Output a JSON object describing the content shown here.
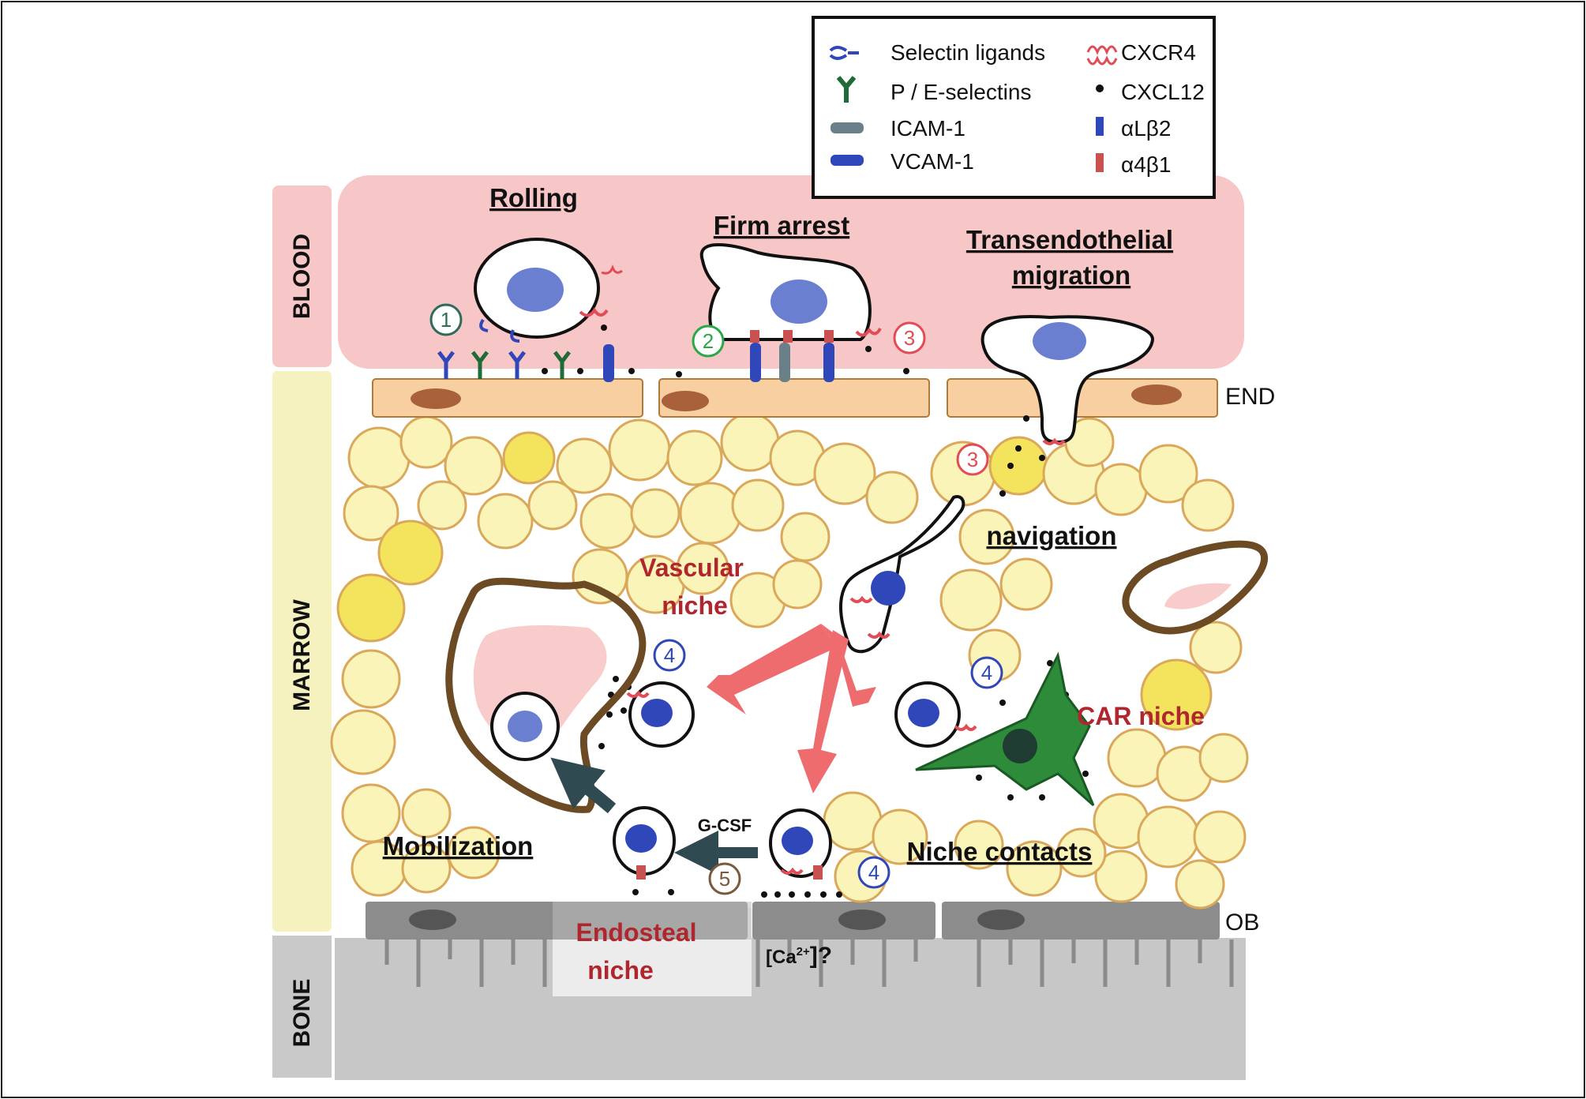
{
  "legend": {
    "items": [
      {
        "name": "selectin-ligands",
        "label": "Selectin ligands"
      },
      {
        "name": "cxcr4",
        "label": "CXCR4"
      },
      {
        "name": "pe-selectins",
        "label": "P / E-selectins"
      },
      {
        "name": "cxcl12",
        "label": "CXCL12"
      },
      {
        "name": "icam1",
        "label": "ICAM-1"
      },
      {
        "name": "alb2",
        "label": "αLβ2"
      },
      {
        "name": "vcam1",
        "label": "VCAM-1"
      },
      {
        "name": "a4b1",
        "label": "α4β1"
      }
    ]
  },
  "compartments": {
    "blood": "BLOOD",
    "marrow": "MARROW",
    "bone": "BONE",
    "end": "END",
    "ob": "OB"
  },
  "steps": {
    "rolling": "Rolling",
    "firm_arrest": "Firm arrest",
    "transendothelial_1": "Transendothelial",
    "transendothelial_2": "migration",
    "navigation": "navigation",
    "mobilization": "Mobilization",
    "niche_contacts": "Niche contacts"
  },
  "niches": {
    "vascular_1": "Vascular",
    "vascular_2": "niche",
    "car": "CAR niche",
    "endosteal_1": "Endosteal",
    "endosteal_2": "niche"
  },
  "annotations": {
    "gcsf": "G-CSF",
    "calcium_base": "[Ca",
    "calcium_sup": "2+",
    "calcium_end": "]?"
  },
  "markers": [
    "1",
    "2",
    "3",
    "3",
    "4",
    "4",
    "4",
    "5"
  ],
  "colors": {
    "blood": "#f7c6c6",
    "marrow_band": "#f5f2c0",
    "endothelium": "#f8cfa0",
    "adipocyte": "#fbf4b8",
    "adipocyte_dark": "#f4e35c",
    "bone": "#c7c7c7",
    "osteoblast": "#8c8c8c",
    "nucleus": "#2f47b8",
    "niche_text": "#b0262e",
    "arrow": "#ee6c6e",
    "car_cell": "#2e8b3a",
    "vessel_wall": "#6b4a24",
    "mobilization_arrow": "#2f4a50"
  }
}
